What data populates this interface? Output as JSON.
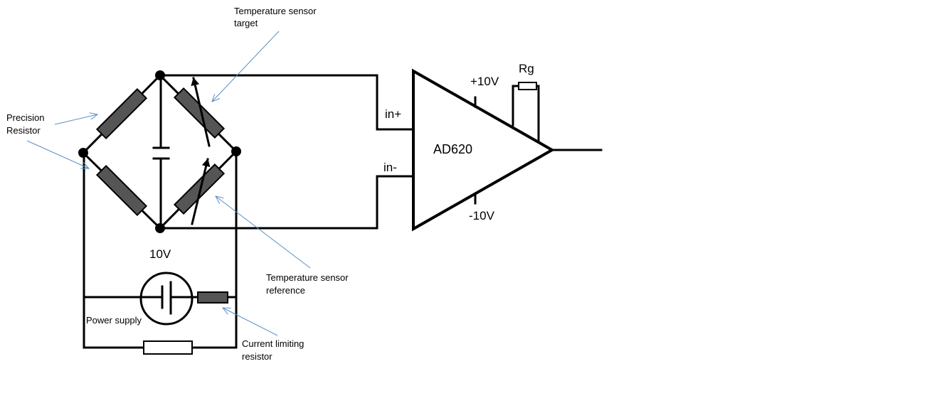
{
  "labels": {
    "temp_sensor_target": [
      "Temperature sensor",
      "target"
    ],
    "precision_resistor": [
      "Precision",
      "Resistor"
    ],
    "temp_sensor_reference": [
      "Temperature sensor",
      "reference"
    ],
    "current_limiting_resistor": [
      "Current limiting",
      "resistor"
    ],
    "power_supply": "Power supply",
    "supply_voltage": "10V",
    "in_plus": "in+",
    "in_minus": "in-",
    "amplifier": "AD620",
    "pos_rail": "+10V",
    "neg_rail": "-10V",
    "gain_resistor": "Rg"
  },
  "colors": {
    "wire": "#000000",
    "resistor_fill": "#555555",
    "pointer_line": "#5b8fc7"
  }
}
